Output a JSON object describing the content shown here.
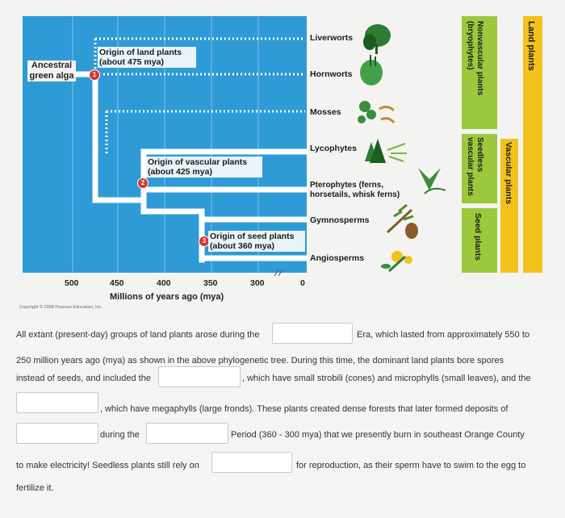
{
  "tree": {
    "ancestor": "Ancestral green alga",
    "origins": [
      {
        "num": "1",
        "text": "Origin of land plants (about 475 mya)"
      },
      {
        "num": "2",
        "text": "Origin of vascular plants (about 425 mya)"
      },
      {
        "num": "3",
        "text": "Origin of seed plants (about 360 mya)"
      }
    ],
    "groups": [
      "Liverworts",
      "Hornworts",
      "Mosses",
      "Lycophytes",
      "Pterophytes (ferns, horsetails, whisk ferns)",
      "Gymnosperms",
      "Angiosperms"
    ],
    "axis": {
      "ticks": [
        "500",
        "450",
        "400",
        "350",
        "300",
        "0"
      ],
      "title": "Millions of years ago (mya)"
    },
    "copyright": "Copyright © 2008 Pearson Education, Inc."
  },
  "brackets": {
    "land_plants": "Land plants",
    "vascular_plants": "Vascular plants",
    "nonvascular": "Nonvascular plants (bryophytes)",
    "seedless_vascular": "Seedless vascular plants",
    "seed_plants": "Seed plants"
  },
  "text": {
    "l1a": "All extant (present-day) groups of land plants arose during the",
    "l1b": "Era, which lasted from approximately 550 to",
    "l2": "250 million years ago (mya) as shown in the above phylogenetic tree. During this time, the dominant land plants bore spores",
    "l3a": "instead of seeds, and included the",
    "l3b": ", which have small strobili (cones) and microphylls (small leaves), and the",
    "l4": ", which have megaphylls (large fronds). These plants created dense forests that later formed deposits of",
    "l5a": "during the",
    "l5b": "Period (360 - 300 mya) that we presently burn in southeast Orange County",
    "l6a": "to make electricity! Seedless plants still rely on",
    "l6b": "for reproduction, as their sperm have to swim to the egg to",
    "l7": "fertilize it."
  },
  "colors": {
    "panel": "#2f9bd6",
    "land": "#f2c21c",
    "green": "#9cc83e",
    "badge": "#d8362f"
  }
}
